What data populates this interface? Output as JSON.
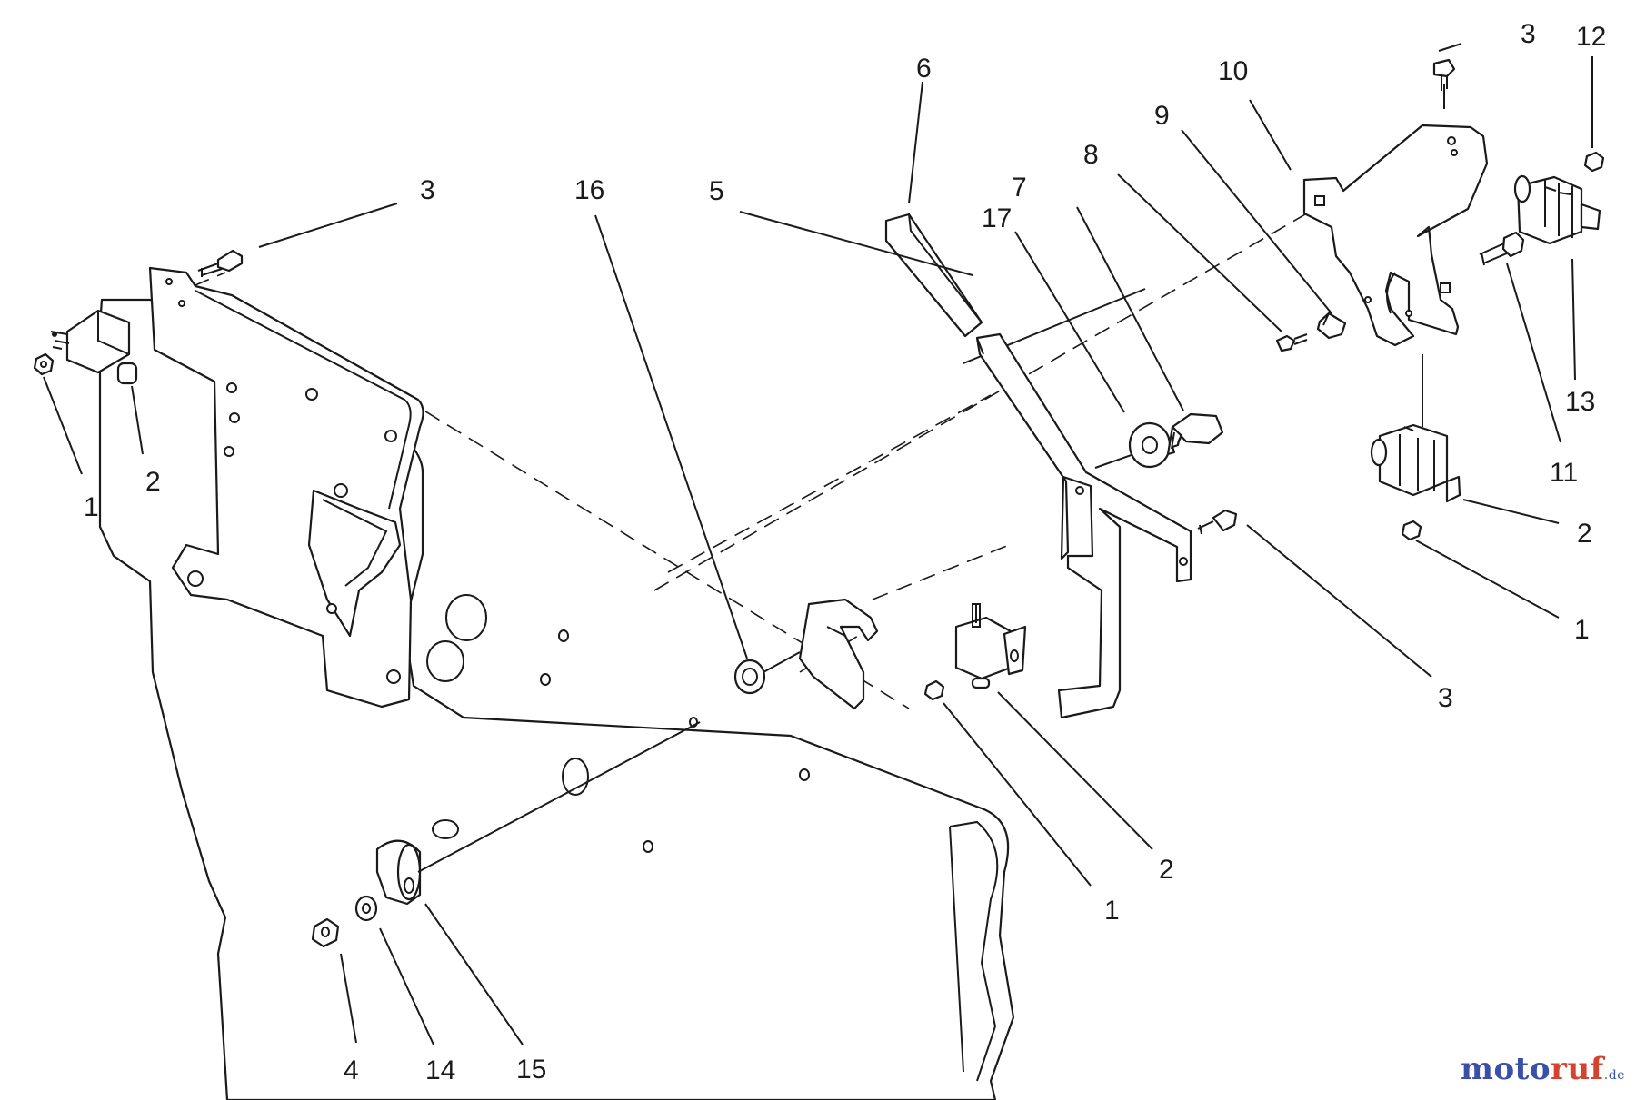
{
  "callouts": [
    {
      "id": "c1",
      "text": "3"
    },
    {
      "id": "c2",
      "text": "12"
    },
    {
      "id": "c3",
      "text": "6"
    },
    {
      "id": "c4",
      "text": "10"
    },
    {
      "id": "c5",
      "text": "9"
    },
    {
      "id": "c6",
      "text": "8"
    },
    {
      "id": "c7",
      "text": "7"
    },
    {
      "id": "c8",
      "text": "17"
    },
    {
      "id": "c9",
      "text": "3"
    },
    {
      "id": "c10",
      "text": "16"
    },
    {
      "id": "c11",
      "text": "5"
    },
    {
      "id": "c12",
      "text": "2"
    },
    {
      "id": "c13",
      "text": "1"
    },
    {
      "id": "c14",
      "text": "13"
    },
    {
      "id": "c15",
      "text": "11"
    },
    {
      "id": "c16",
      "text": "2"
    },
    {
      "id": "c17",
      "text": "1"
    },
    {
      "id": "c18",
      "text": "3"
    },
    {
      "id": "c19",
      "text": "2"
    },
    {
      "id": "c20",
      "text": "1"
    },
    {
      "id": "c21",
      "text": "4"
    },
    {
      "id": "c22",
      "text": "14"
    },
    {
      "id": "c23",
      "text": "15"
    }
  ],
  "watermark": {
    "part1": "moto",
    "part2": "ruf",
    "part3": ".de"
  }
}
